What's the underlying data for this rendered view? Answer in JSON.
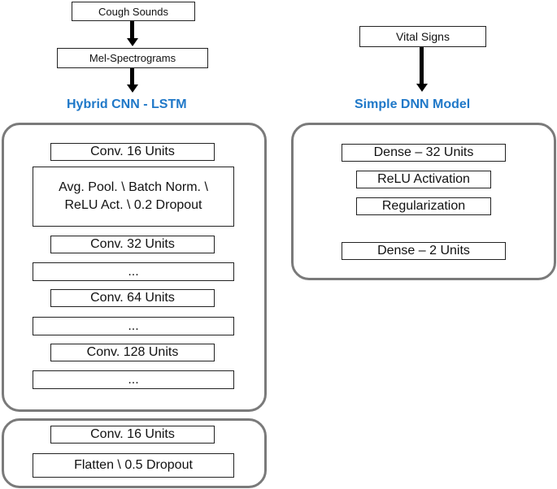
{
  "left": {
    "input": "Cough Sounds",
    "transform": "Mel-Spectrograms",
    "title": "Hybrid CNN - LSTM",
    "layers": [
      "Conv. 16 Units",
      "Conv. 32 Units",
      "...",
      "Conv. 64 Units",
      "...",
      "Conv. 128 Units",
      "..."
    ],
    "block_line1": "Avg. Pool. \\ Batch Norm. \\",
    "block_line2": "ReLU Act. \\ 0.2 Dropout",
    "bottom_layers": [
      "Conv. 16 Units",
      "Flatten \\ 0.5 Dropout"
    ]
  },
  "right": {
    "input": "Vital Signs",
    "title": "Simple DNN Model",
    "layers": [
      "Dense – 32 Units",
      "ReLU Activation",
      "Regularization",
      "Dense – 2 Units"
    ]
  }
}
